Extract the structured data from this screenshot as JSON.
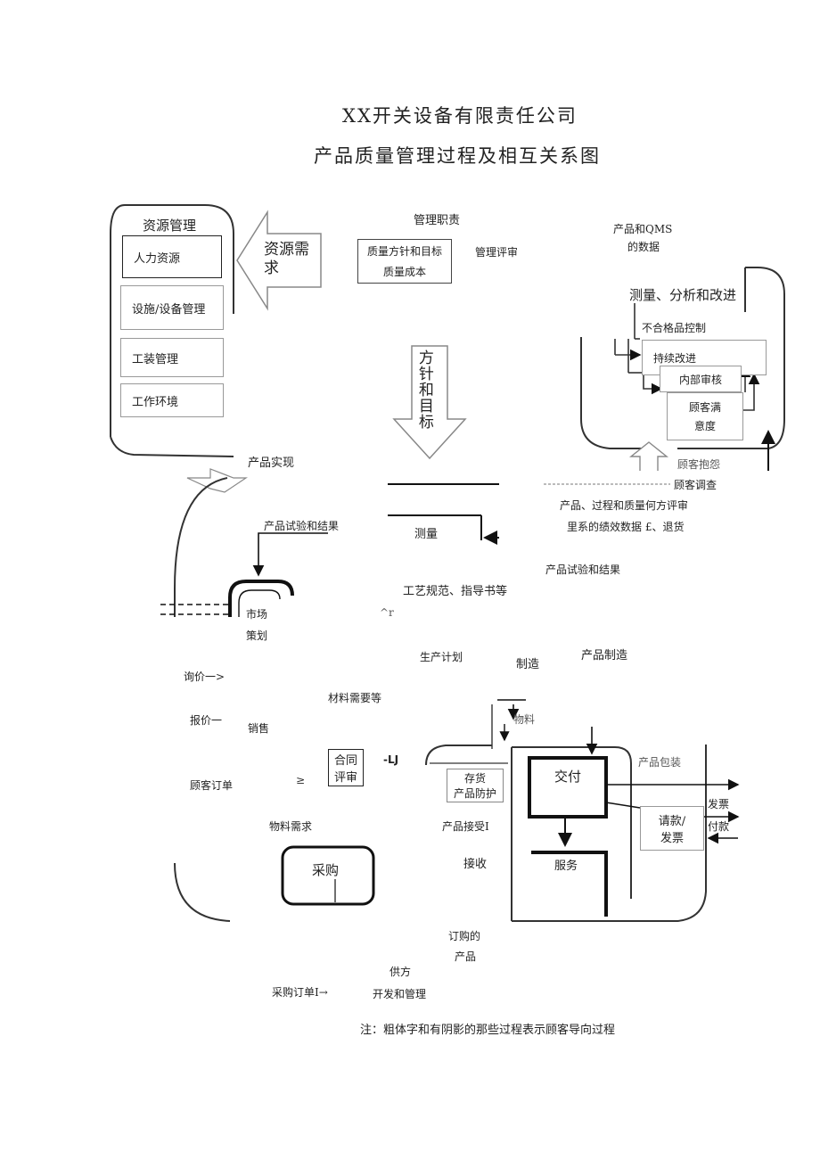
{
  "header": {
    "company": "XX开关设备有限责任公司",
    "diagram_title": "产品质量管理过程及相互关系图"
  },
  "resource": {
    "title": "资源管理",
    "items": [
      "人力资源",
      "设施/设备管理",
      "工装管理",
      "工作环境"
    ],
    "arrow_label": "资源需求"
  },
  "management": {
    "title": "管理职责",
    "box_line1": "质量方针和目标",
    "box_line2": "质量成本",
    "review": "管理评审",
    "arrow_label": "方针和目标"
  },
  "measurement": {
    "top_note_1": "产品和QMS",
    "top_note_2": "的数据",
    "title": "测量、分析和改进",
    "nonconforming": "不合格品控制",
    "improve": "持续改进",
    "audit": "内部审核",
    "satisfaction_1": "顾客满",
    "satisfaction_2": "意度",
    "complaint": "顾客抱怨",
    "survey": "顾客调查",
    "perf_1": "产品、过程和质量何方评审",
    "perf_2": "里系的绩效数据 £、退货"
  },
  "realization": {
    "title": "产品实现",
    "test_result_left": "产品试验和结果",
    "measure": "测量",
    "test_result_right": "产品试验和结果",
    "process_spec": "工艺规范、指导书等",
    "stray_mark": "^r",
    "market_1": "市场",
    "market_2": "策划",
    "production_plan": "生产计划",
    "manufacture": "制造",
    "product_manufacture": "产品制造",
    "inquiry": "询价一>",
    "material_req_etc": "材料需要等",
    "quote": "报价一",
    "sales": "销售",
    "material": "物料",
    "contract_1": "合同",
    "contract_2": "评审",
    "lj_mark": "-LJ",
    "order_mark": "≥",
    "customer_order": "顾客订单",
    "stock_1": "存货",
    "stock_2": "产品防护",
    "delivery": "交付",
    "packaging": "产品包装",
    "invoice_1": "请款/",
    "invoice_2": "发票",
    "ship": "发票",
    "payment": "付款",
    "material_need": "物料需求",
    "acceptance": "产品接受I",
    "receive": "接收",
    "service": "服务",
    "purchase": "采购",
    "ordered_1": "订购的",
    "ordered_2": "产品",
    "supplier_1": "供方",
    "supplier_2": "开发和管理",
    "po": "采购订单I→"
  },
  "note": "注：粗体字和有阴影的那些过程表示顾客导向过程"
}
